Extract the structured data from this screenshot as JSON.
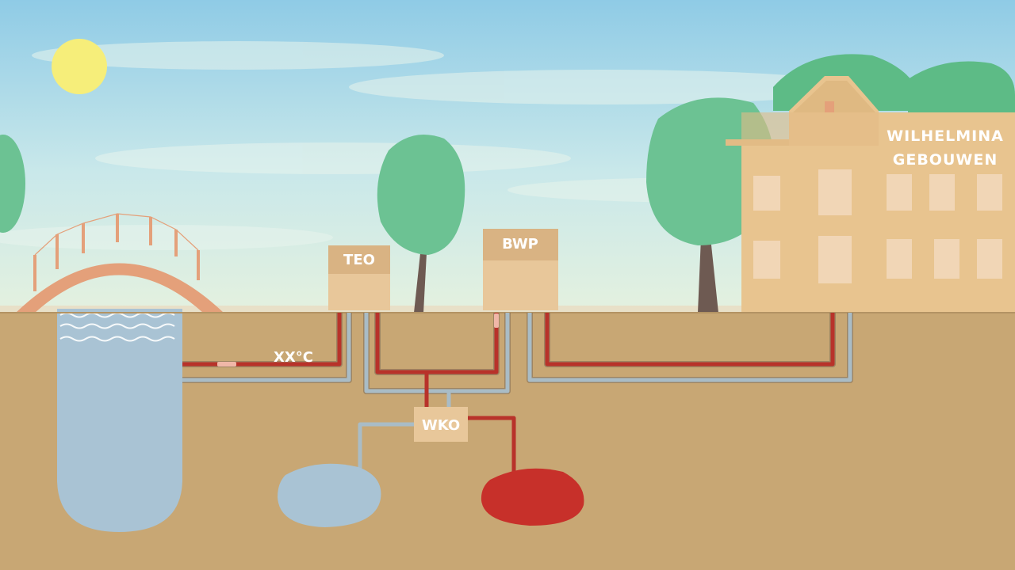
{
  "labels": {
    "teo": "TEO",
    "bwp": "BWP",
    "wko": "WKO",
    "temperature": "XX°C",
    "building_line1": "WILHELMINA",
    "building_line2": "GEBOUWEN"
  },
  "colors": {
    "sky": "#bfe3ea",
    "ground": "#c8a774",
    "hot_pipe": "#b8322a",
    "cold_pipe": "#a9bcc6",
    "water": "#a9c3d4",
    "hot_reservoir": "#c7302a",
    "cold_reservoir": "#a9c3d4",
    "building": "#e8c48f",
    "tree": "#6cc293",
    "bridge": "#e4a07a",
    "sun": "#f6ee7a"
  }
}
